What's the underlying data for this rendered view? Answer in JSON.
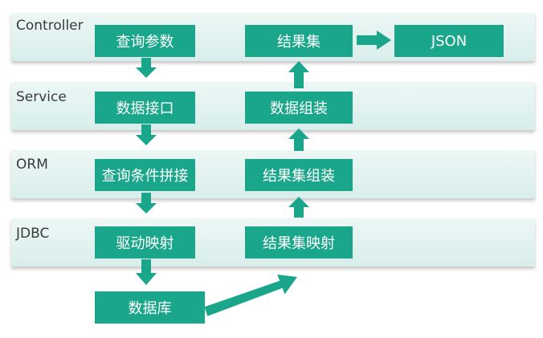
{
  "layers": [
    {
      "label": "Controller"
    },
    {
      "label": "Service"
    },
    {
      "label": "ORM"
    },
    {
      "label": "JDBC"
    }
  ],
  "steps": {
    "query_params": "查询参数",
    "data_interface": "数据接口",
    "query_condition_concat": "查询条件拼接",
    "driver_mapping": "驱动映射",
    "database": "数据库",
    "result_set_mapping": "结果集映射",
    "result_set_assembly": "结果集组装",
    "data_assembly": "数据组装",
    "result_set": "结果集",
    "json": "JSON"
  },
  "colors": {
    "box": "#1aa68a",
    "arrow": "#1aa68a",
    "band": "#e3f3f0",
    "text_on_box": "#ffffff",
    "layer_label": "#3a3a3a"
  }
}
